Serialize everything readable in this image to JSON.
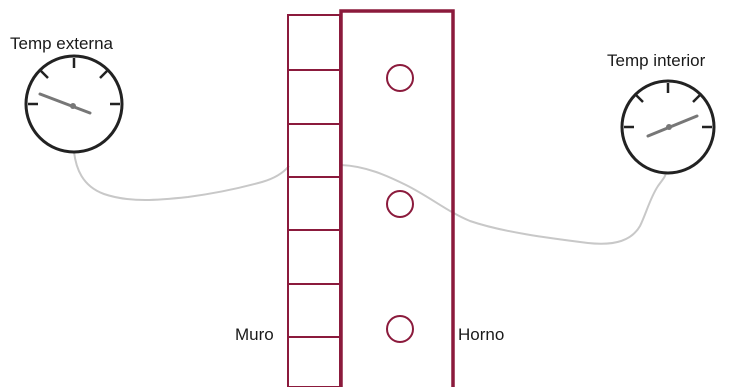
{
  "labels": {
    "temp_externa": "Temp externa",
    "temp_interior": "Temp interior",
    "muro": "Muro",
    "horno": "Horno"
  },
  "colors": {
    "structure": "#8b1a3c",
    "wire": "#c8c8c8",
    "gauge_outline": "#222222",
    "needle": "#777777"
  },
  "icons": {
    "external_gauge": "thermometer-dial-icon",
    "internal_gauge": "thermometer-dial-icon"
  },
  "wall": {
    "brick_count": 7
  },
  "oven": {
    "port_count": 3
  }
}
